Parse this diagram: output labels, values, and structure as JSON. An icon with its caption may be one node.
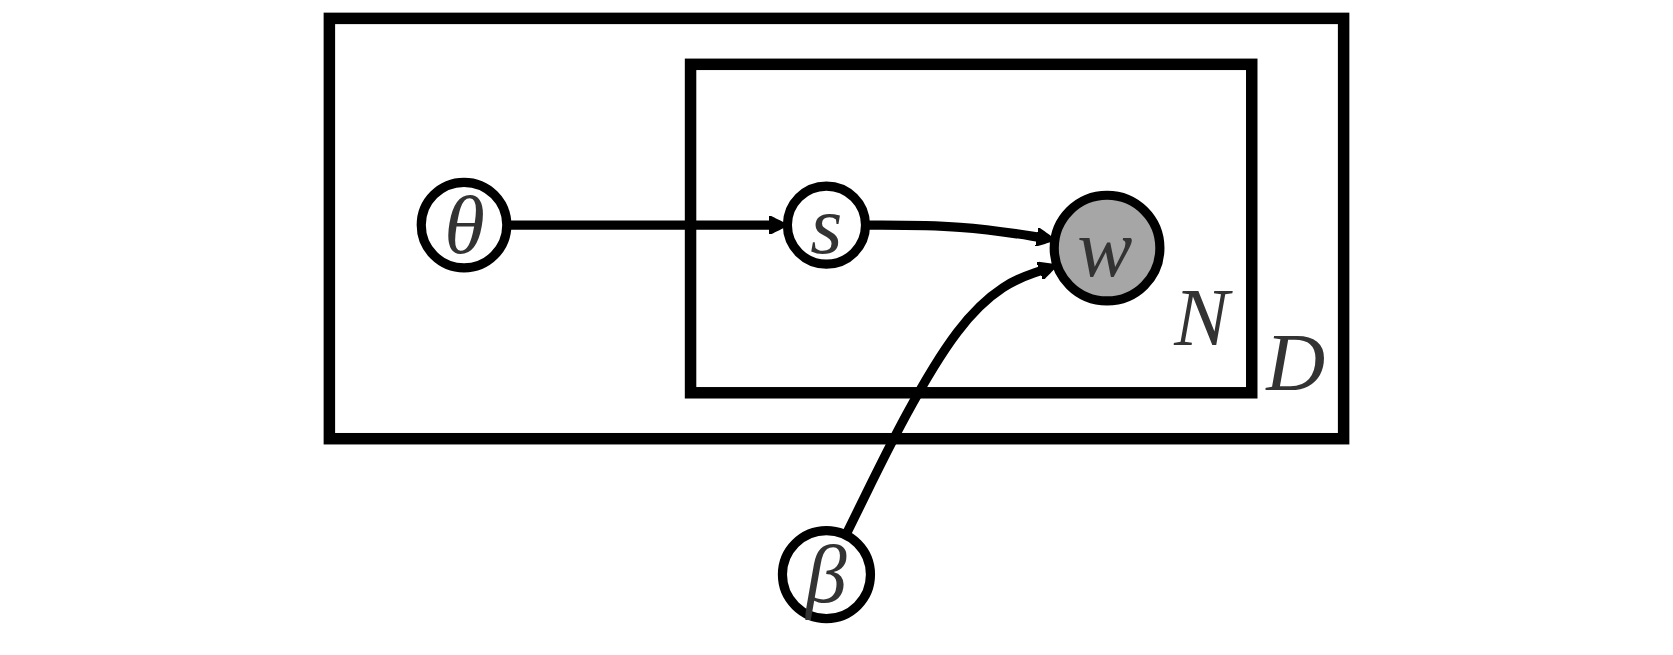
{
  "diagram": {
    "nodes": [
      {
        "text": [
          "D"
        ]
      },
      {
        "text": [
          "θ"
        ],
        "in": 0
      },
      {
        "text": [
          "N"
        ],
        "in": 0
      },
      {
        "text": [
          "s"
        ],
        "in": 2
      },
      {
        "text": [
          "w"
        ],
        "in": 2
      },
      {
        "text": [
          "β"
        ]
      }
    ],
    "edges": [
      {
        "from": 1,
        "to": 3,
        "arrow": "to"
      },
      {
        "from": 3,
        "to": 4,
        "arrow": "to"
      },
      {
        "from": 5,
        "to": 4,
        "arrow": "to"
      }
    ]
  }
}
